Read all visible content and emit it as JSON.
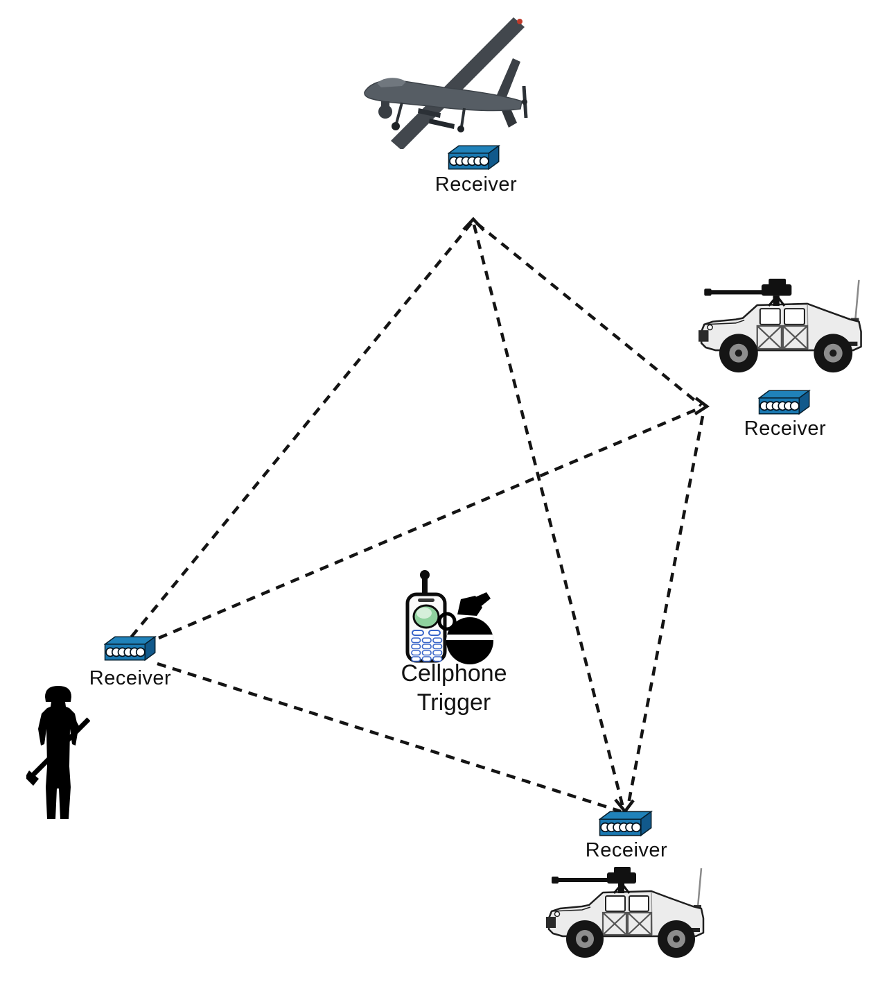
{
  "nodes": [
    {
      "id": "receiver-top",
      "label": "Receiver",
      "platform": "uav-drone"
    },
    {
      "id": "receiver-right",
      "label": "Receiver",
      "platform": "humvee"
    },
    {
      "id": "receiver-left",
      "label": "Receiver",
      "platform": "dismounted-soldier"
    },
    {
      "id": "receiver-bottom",
      "label": "Receiver",
      "platform": "humvee"
    }
  ],
  "target": {
    "line1": "Cellphone",
    "line2": "Trigger",
    "icons": [
      "cellphone-icon",
      "grenade-icon"
    ]
  },
  "links": [
    {
      "from": "receiver-top",
      "to": "receiver-left",
      "style": "dashed"
    },
    {
      "from": "receiver-top",
      "to": "receiver-bottom",
      "style": "dashed"
    },
    {
      "from": "receiver-top",
      "to": "receiver-right",
      "style": "dashed"
    },
    {
      "from": "receiver-left",
      "to": "receiver-right",
      "style": "dashed"
    },
    {
      "from": "receiver-left",
      "to": "receiver-bottom",
      "style": "dashed"
    },
    {
      "from": "receiver-right",
      "to": "receiver-bottom",
      "style": "dashed"
    }
  ],
  "arrowheads_at": [
    "receiver-top",
    "receiver-right",
    "receiver-bottom"
  ],
  "colors": {
    "background": "#ffffff",
    "link": "#141414",
    "label_text": "#111111",
    "receiver_front": "#1a79b2",
    "receiver_top": "#2082ba",
    "receiver_side": "#11598b",
    "receiver_edge": "#07202f",
    "phone_screen": "#8fd19e",
    "phone_screen_highlight": "#d5efda",
    "phone_key_outline": "#3a66c9",
    "vehicle_body": "#ececec",
    "silhouette": "#000000",
    "drone_gray": "#565d64",
    "wingtip_light": "#bf3a2b"
  }
}
